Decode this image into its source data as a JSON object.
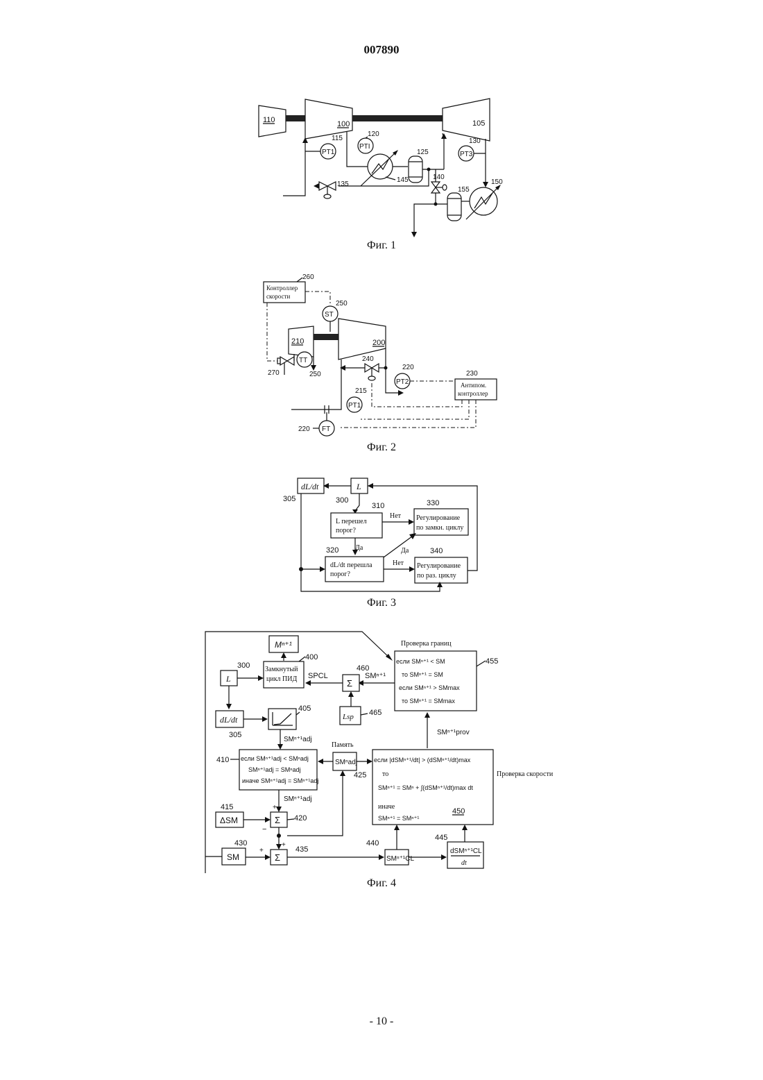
{
  "header": {
    "patent_number": "007890"
  },
  "footer": {
    "page_number": "- 10 -"
  },
  "fig1": {
    "caption": "Фиг. 1",
    "labels": {
      "n110": "110",
      "n100": "100",
      "n105": "105",
      "n115": "115",
      "n120": "120",
      "n125": "125",
      "n130": "130",
      "n135": "135",
      "n140": "140",
      "n145": "145",
      "n150": "150",
      "n155": "155"
    },
    "instruments": {
      "pt1": "PT1",
      "pti": "PTI",
      "pt3": "PT3"
    }
  },
  "fig2": {
    "caption": "Фиг. 2",
    "labels": {
      "n260": "260",
      "n250a": "250",
      "n210": "210",
      "n200": "200",
      "n270": "270",
      "n250b": "250",
      "n240": "240",
      "n220a": "220",
      "n230": "230",
      "n215": "215",
      "n220b": "220"
    },
    "speed_controller": [
      "Контроллер",
      "скорости"
    ],
    "antisurge_controller": [
      "Антипом.",
      "контроллер"
    ],
    "instruments": {
      "st": "ST",
      "tt": "TT",
      "pt2": "PT2",
      "pt1": "PT1",
      "ft": "FT"
    }
  },
  "fig3": {
    "caption": "Фиг. 3",
    "labels": {
      "n305": "305",
      "n300": "300",
      "n310": "310",
      "n330": "330",
      "n320": "320",
      "n340": "340"
    },
    "blocks": {
      "dldt": "dL/dt",
      "l": "L",
      "q1": [
        "L перешел",
        "порог?"
      ],
      "closed_loop": [
        "Регулирование",
        "по замкн. циклу"
      ],
      "q2": [
        "dL/dt перешла",
        "порог?"
      ],
      "open_loop": [
        "Регулирование",
        "по раз. циклу"
      ]
    },
    "edges": {
      "no1": "Нет",
      "yes1": "Да",
      "yes2": "Да",
      "no2": "Нет"
    }
  },
  "fig4": {
    "caption": "Фиг. 4",
    "labels": {
      "n300": "300",
      "n400": "400",
      "n405": "405",
      "n305": "305",
      "n410": "410",
      "n415": "415",
      "n420": "420",
      "n425": "425",
      "n430": "430",
      "n435": "435",
      "n440": "440",
      "n445": "445",
      "n450": "450",
      "n455": "455",
      "n460": "460",
      "n465": "465"
    },
    "blocks": {
      "mn1": "Mⁿ⁺¹",
      "pid": [
        "Замкнутый",
        "цикл ПИД"
      ],
      "l": "L",
      "dldt": "dL/dt",
      "sigma": "Σ",
      "lsp": "Lsp",
      "dsm": "ΔSM",
      "sm": "SM",
      "sm_adj_n": "SMⁿadj",
      "sm_cl": "SMⁿ⁺¹CL",
      "dsm_cl_dt": [
        "dSMⁿ⁺¹CL",
        "dt"
      ]
    },
    "signals": {
      "sp_cl": "SPCL",
      "sm_n1": "SMⁿ⁺¹",
      "sm_adj_n1": "SMⁿ⁺¹adj",
      "sm_adj_n1b": "SMⁿ⁺¹adj",
      "sm_prov": "SMⁿ⁺¹prov",
      "memory": "Память",
      "plus": "+",
      "minus": "−"
    },
    "bounds_check": {
      "title": "Проверка границ",
      "lines": [
        "если SMⁿ⁺¹ < SM",
        "то    SMⁿ⁺¹ = SM",
        "если  SMⁿ⁺¹ > SMmax",
        "то    SMⁿ⁺¹ = SMmax"
      ]
    },
    "rate_check": {
      "title": "Проверка скорости",
      "lines": [
        "если |dSMⁿ⁺¹/dt| > (dSMⁿ⁺¹/dt)max",
        "то",
        "SMⁿ⁺¹ = SMⁿ + ∫(dSMⁿ⁺¹/dt)max dt",
        "иначе",
        "SMⁿ⁺¹ = SMⁿ⁺¹"
      ]
    },
    "adj_logic": [
      "если SMⁿ⁺¹adj < SMⁿadj",
      "SMⁿ⁺¹adj = SMⁿadj",
      "иначе SMⁿ⁺¹adj = SMⁿ⁺¹adj"
    ]
  }
}
